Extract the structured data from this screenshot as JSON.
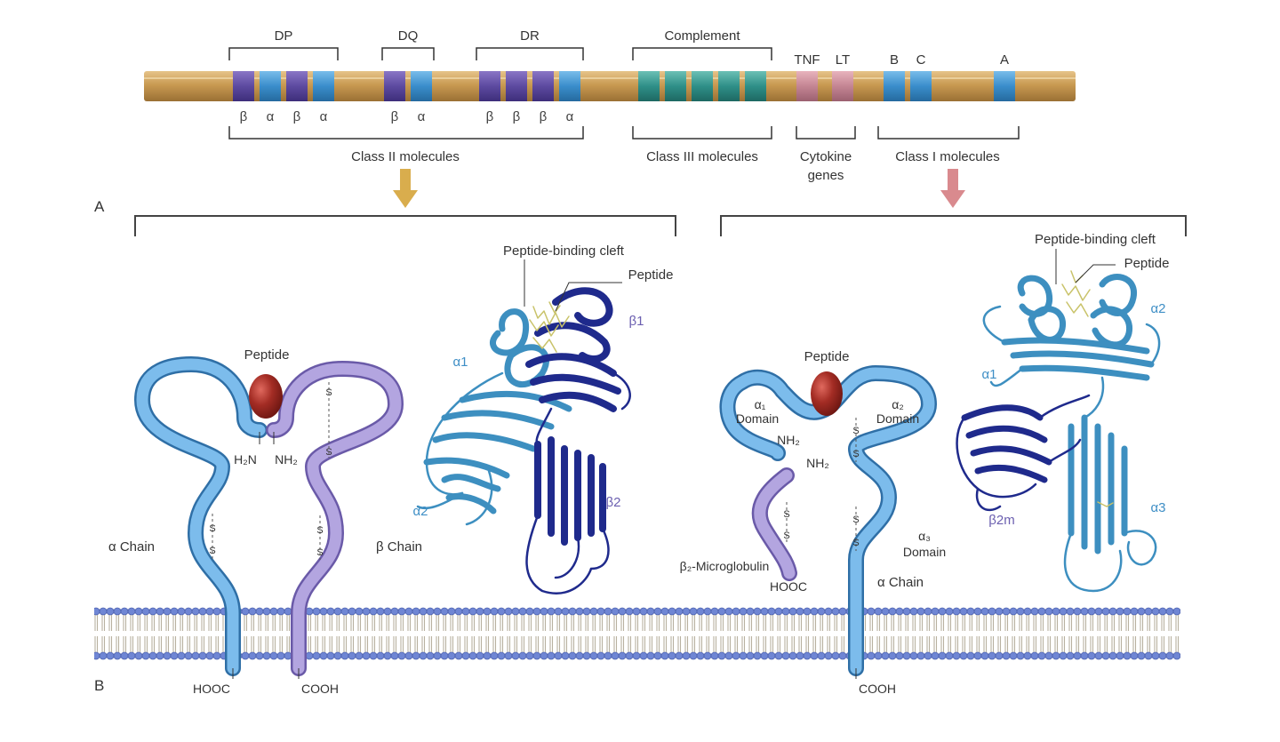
{
  "figure": {
    "panel_a": "A",
    "panel_b": "B",
    "colors": {
      "chromosome": "#caa261",
      "class2_beta": "#6a56a8",
      "class2_alpha": "#3f93cf",
      "complement": "#3a9b92",
      "cytokine": "#c98f9c",
      "class1": "#3f93cf",
      "blue_chain": "#5aa7e0",
      "purple_chain": "#9c8ad0",
      "peptide": "#9e2a24",
      "dark_ribbon": "#1f2a8c",
      "light_ribbon": "#3d8fc0",
      "arrow_tan": "#d9ad4d",
      "arrow_pink": "#d98a8e"
    },
    "gene_map": {
      "groups_top": [
        "DP",
        "DQ",
        "DR",
        "Complement",
        "TNF",
        "LT",
        "B",
        "C",
        "A"
      ],
      "subunits": [
        "β",
        "α",
        "β",
        "α",
        "β",
        "α",
        "β",
        "β",
        "β",
        "α"
      ],
      "class2_label": "Class II molecules",
      "class3_label": "Class III molecules",
      "cytokine_label_1": "Cytokine",
      "cytokine_label_2": "genes",
      "class1_label": "Class I molecules"
    },
    "class2": {
      "peptide": "Peptide",
      "h2n": "H₂N",
      "nh2": "NH₂",
      "alpha_chain": "α Chain",
      "beta_chain": "β Chain",
      "hooc": "HOOC",
      "cooh": "COOH",
      "ss": "S",
      "cleft": "Peptide-binding cleft",
      "peptide_struct": "Peptide",
      "a1": "α1",
      "b1": "β1",
      "a2": "α2",
      "b2": "β2"
    },
    "class1": {
      "peptide": "Peptide",
      "a1_domain_1": "α₁",
      "a1_domain_2": "Domain",
      "a2_domain_1": "α₂",
      "a2_domain_2": "Domain",
      "nh2_1": "NH₂",
      "nh2_2": "NH₂",
      "a3_domain_1": "α₃",
      "a3_domain_2": "Domain",
      "b2m_label": "β₂-Microglobulin",
      "hooc": "HOOC",
      "alpha_chain": "α Chain",
      "cooh": "COOH",
      "cleft": "Peptide-binding cleft",
      "peptide_struct": "Peptide",
      "a1": "α1",
      "a2": "α2",
      "b2m": "β2m",
      "a3": "α3"
    }
  }
}
